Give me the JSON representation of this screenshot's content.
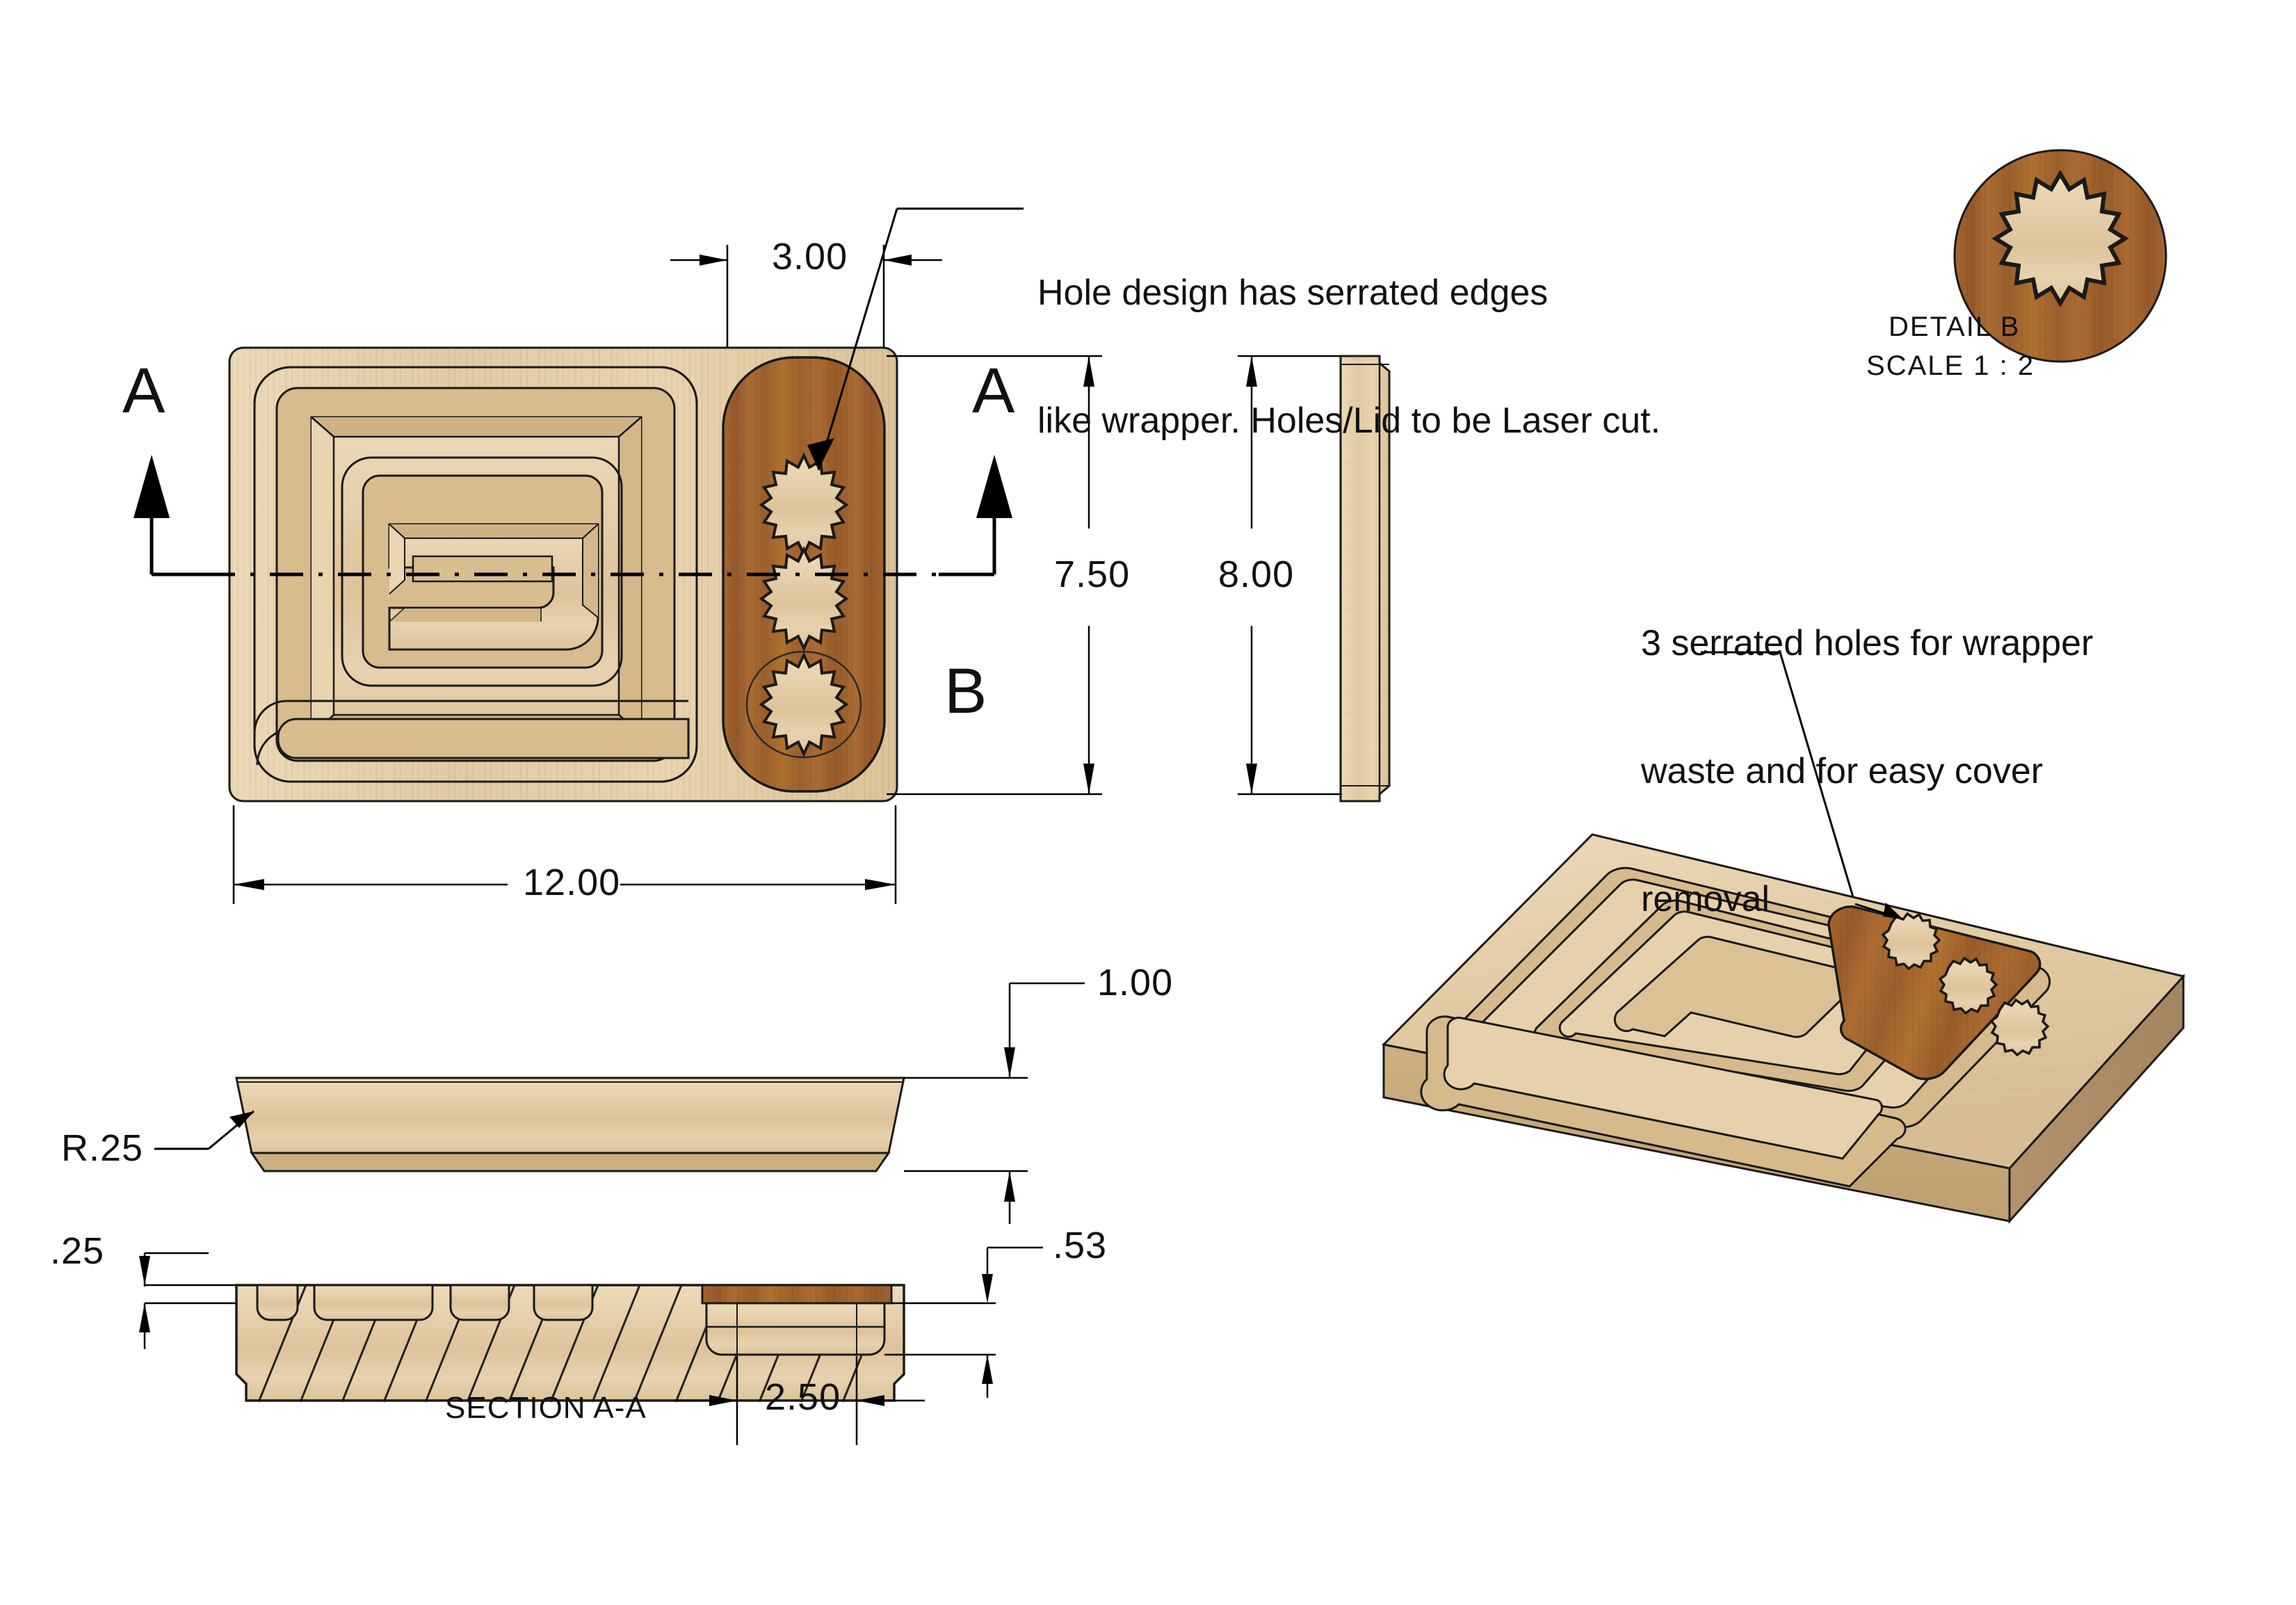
{
  "drawing": {
    "title": "Wood tray / lid assembly detail drawing",
    "units": "inches"
  },
  "notes": [
    {
      "id": "note-serrated-edges",
      "lines": [
        "Hole design has serrated edges",
        "like wrapper. Holes/Lid to be Laser cut."
      ]
    },
    {
      "id": "note-three-holes",
      "lines": [
        "3 serrated holes for wrapper",
        "waste and for easy cover",
        "removal"
      ]
    }
  ],
  "dimensions": {
    "pocket_width": "3.00",
    "overall_height": "7.50",
    "side_view_height": "8.00",
    "overall_length": "12.00",
    "thickness": "1.00",
    "fillet_radius": "R.25",
    "lid_thickness": ".25",
    "pocket_depth": ".53",
    "pocket_inner_width": "2.50"
  },
  "section_markers": {
    "left_letter": "A",
    "right_letter": "A",
    "detail_letter": "B",
    "section_label": "SECTION A-A"
  },
  "detail_view": {
    "label": "DETAIL B",
    "scale": "SCALE 1 : 2"
  },
  "colors": {
    "light_wood": "#e3c9a2",
    "light_wood_edge": "#d6b98c",
    "light_wood_shade": "#cdb081",
    "dark_wood": "#a6642c",
    "dark_wood_shade": "#8a4f20",
    "outline": "#1a1a1a",
    "background": "#ffffff"
  }
}
